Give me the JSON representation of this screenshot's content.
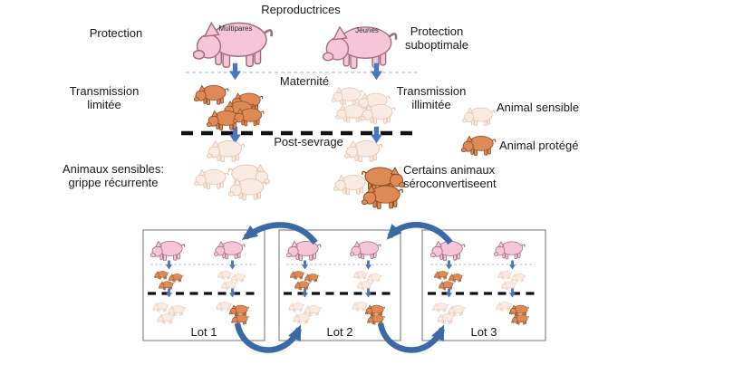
{
  "diagram": {
    "title": "Reproductrices",
    "left_labels": {
      "protection": "Protection",
      "transmission_limitee": "Transmission\nlimitée",
      "animaux_sensibles": "Animaux sensibles:\ngrippe récurrente"
    },
    "right_labels": {
      "protection_suboptimale": "Protection\nsuboptimale",
      "transmission_illimitee": "Transmission\nillimitée",
      "certains_animaux": "Certains animaux\nséroconvertiseent"
    },
    "stages": {
      "maternite": "Maternité",
      "post_sevrage": "Post-sevrage"
    },
    "sow_labels": {
      "multipares": "Multipares",
      "jeunes": "Jeunes"
    }
  },
  "legend": {
    "sensible": "Animal sensible",
    "protege": "Animal protégé"
  },
  "lots": [
    {
      "label": "Lot 1"
    },
    {
      "label": "Lot 2"
    },
    {
      "label": "Lot 3"
    }
  ],
  "colors": {
    "sow_pink": "#f6c6d8",
    "sow_outline": "#a06c7e",
    "piglet_orange": "#dd8a56",
    "orange_outline": "#8e4a22",
    "piglet_pale": "#faebe2",
    "pale_outline": "#e2c3b0",
    "arrow_blue": "#4a74c4",
    "cycle_arrow_blue": "#3b68a6",
    "dashed_black": "#111111",
    "dashed_light_blue": "#b5c4e0",
    "box_border": "#8a8a8a"
  }
}
